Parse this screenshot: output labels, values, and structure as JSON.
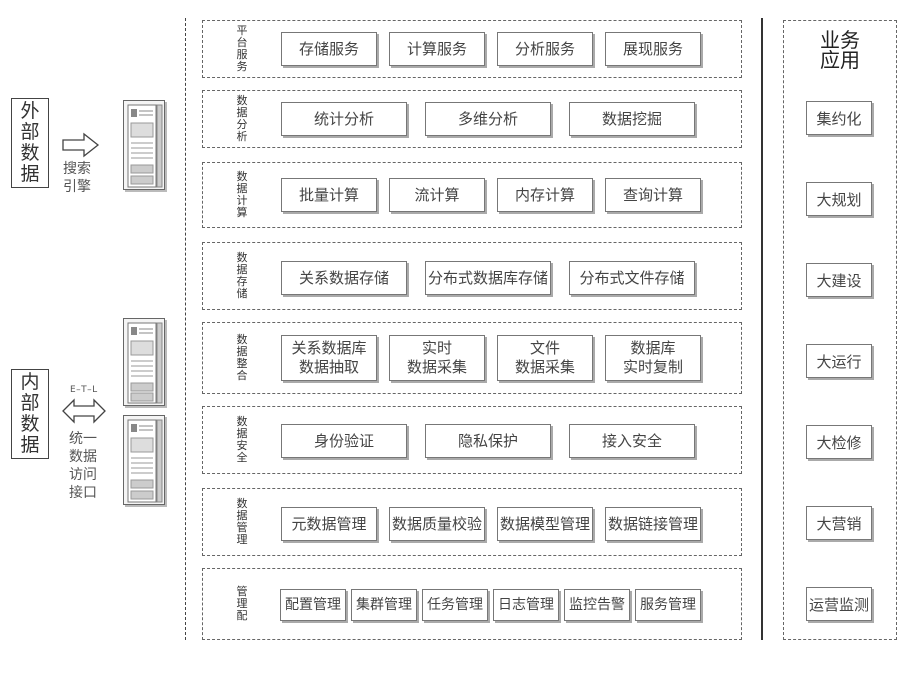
{
  "sources": {
    "external": {
      "label": "外部数据",
      "arrow_label": "搜索引擎"
    },
    "internal": {
      "label": "内部数据",
      "arrow_label": "统一数据访问接口",
      "etl_label": "E–T–L"
    }
  },
  "layers": [
    {
      "label": "平台服务",
      "items": [
        "存储服务",
        "计算服务",
        "分析服务",
        "展现服务"
      ]
    },
    {
      "label": "数据分析",
      "items": [
        "统计分析",
        "多维分析",
        "数据挖掘"
      ]
    },
    {
      "label": "数据计算",
      "items": [
        "批量计算",
        "流计算",
        "内存计算",
        "查询计算"
      ]
    },
    {
      "label": "数据存储",
      "items": [
        "关系数据存储",
        "分布式数据库存储",
        "分布式文件存储"
      ]
    },
    {
      "label": "数据整合",
      "items": [
        "关系数据库\n数据抽取",
        "实时\n数据采集",
        "文件\n数据采集",
        "数据库\n实时复制"
      ]
    },
    {
      "label": "数据安全",
      "items": [
        "身份验证",
        "隐私保护",
        "接入安全"
      ]
    },
    {
      "label": "数据管理",
      "items": [
        "元数据管理",
        "数据质量校验",
        "数据模型管理",
        "数据链接管理"
      ]
    },
    {
      "label": "管理配",
      "items": [
        "配置管理",
        "集群管理",
        "任务管理",
        "日志管理",
        "监控告警",
        "服务管理"
      ]
    }
  ],
  "business": {
    "title": "业务\n应用",
    "items": [
      "集约化",
      "大规划",
      "大建设",
      "大运行",
      "大检修",
      "大营销",
      "运营监测"
    ]
  }
}
